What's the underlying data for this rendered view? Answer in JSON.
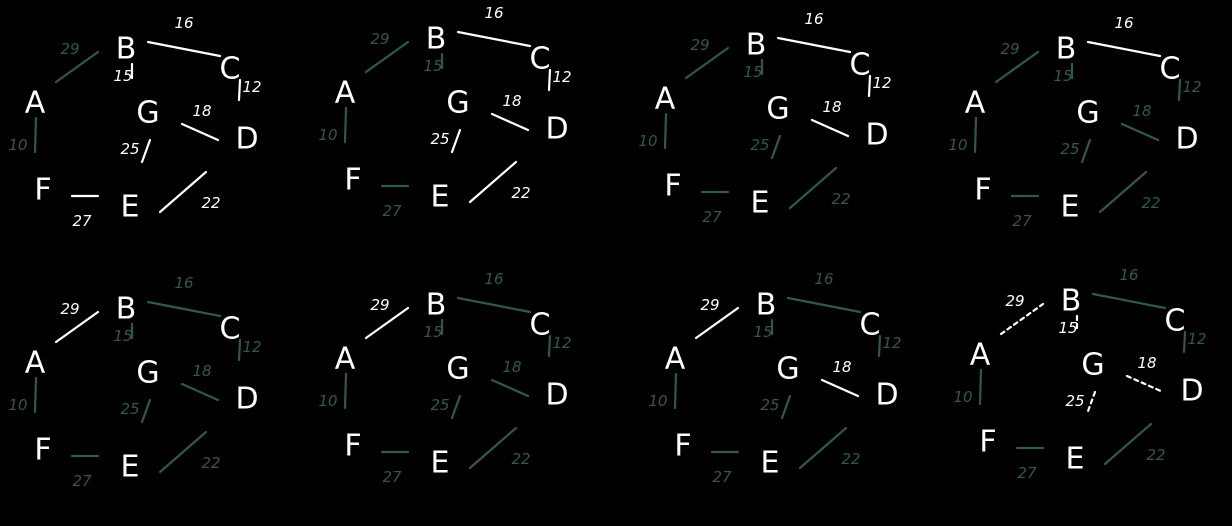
{
  "colors": {
    "background": "#000000",
    "chalk": "#ffffff",
    "highlight": "#2e5a48"
  },
  "nodes": [
    "A",
    "B",
    "C",
    "D",
    "E",
    "F",
    "G"
  ],
  "edges": [
    {
      "id": "AB",
      "from": "A",
      "to": "B",
      "weight": "29"
    },
    {
      "id": "BC",
      "from": "B",
      "to": "C",
      "weight": "16"
    },
    {
      "id": "CD",
      "from": "C",
      "to": "D",
      "weight": "12"
    },
    {
      "id": "GD",
      "from": "G",
      "to": "D",
      "weight": "18"
    },
    {
      "id": "AF",
      "from": "A",
      "to": "F",
      "weight": "10"
    },
    {
      "id": "FE",
      "from": "F",
      "to": "E",
      "weight": "27"
    },
    {
      "id": "ED",
      "from": "E",
      "to": "D",
      "weight": "22"
    },
    {
      "id": "BG",
      "from": "B",
      "to": "G",
      "weight": "15"
    },
    {
      "id": "GE",
      "from": "G",
      "to": "E",
      "weight": "25"
    }
  ],
  "panels": [
    {
      "green": [
        "AB",
        "AF"
      ]
    },
    {
      "green": [
        "AB",
        "AF",
        "FE",
        "BG"
      ]
    },
    {
      "green": [
        "AB",
        "AF",
        "FE",
        "BG",
        "GE",
        "ED"
      ]
    },
    {
      "green": [
        "AB",
        "AF",
        "FE",
        "BG",
        "GE",
        "ED",
        "CD",
        "GD"
      ]
    },
    {
      "green": [
        "AF",
        "FE",
        "BG",
        "GE",
        "ED",
        "CD",
        "BC",
        "GD"
      ]
    },
    {
      "green": [
        "AF",
        "FE",
        "BG",
        "GE",
        "ED",
        "CD",
        "BC",
        "GD"
      ]
    },
    {
      "green": [
        "AF",
        "FE",
        "BG",
        "GE",
        "ED",
        "CD",
        "BC"
      ]
    },
    {
      "green": [
        "AF",
        "FE",
        "ED",
        "CD",
        "BC"
      ],
      "dashed": [
        "AB",
        "BG",
        "GE",
        "GD"
      ]
    }
  ]
}
